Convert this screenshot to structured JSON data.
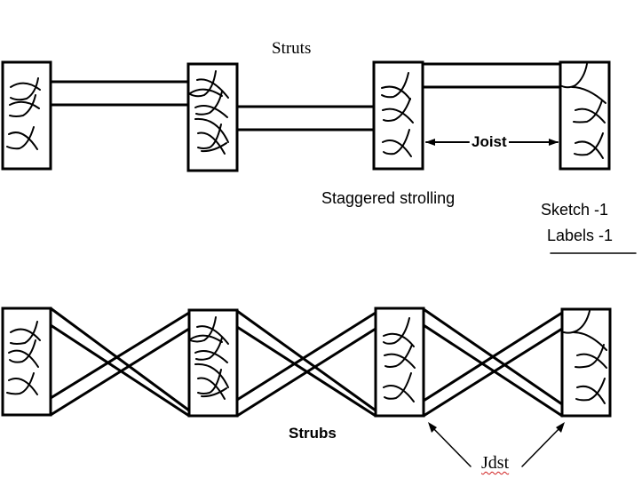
{
  "diagram": {
    "top": {
      "title": "Struts",
      "caption": "Staggered strolling",
      "joist_label": "Joist",
      "joist_count": 4
    },
    "bottom": {
      "caption": "Strubs",
      "joist_label": "Jdst",
      "joist_count": 4
    },
    "sketch_label": "Sketch  -1",
    "labels_label": "Labels -1"
  }
}
